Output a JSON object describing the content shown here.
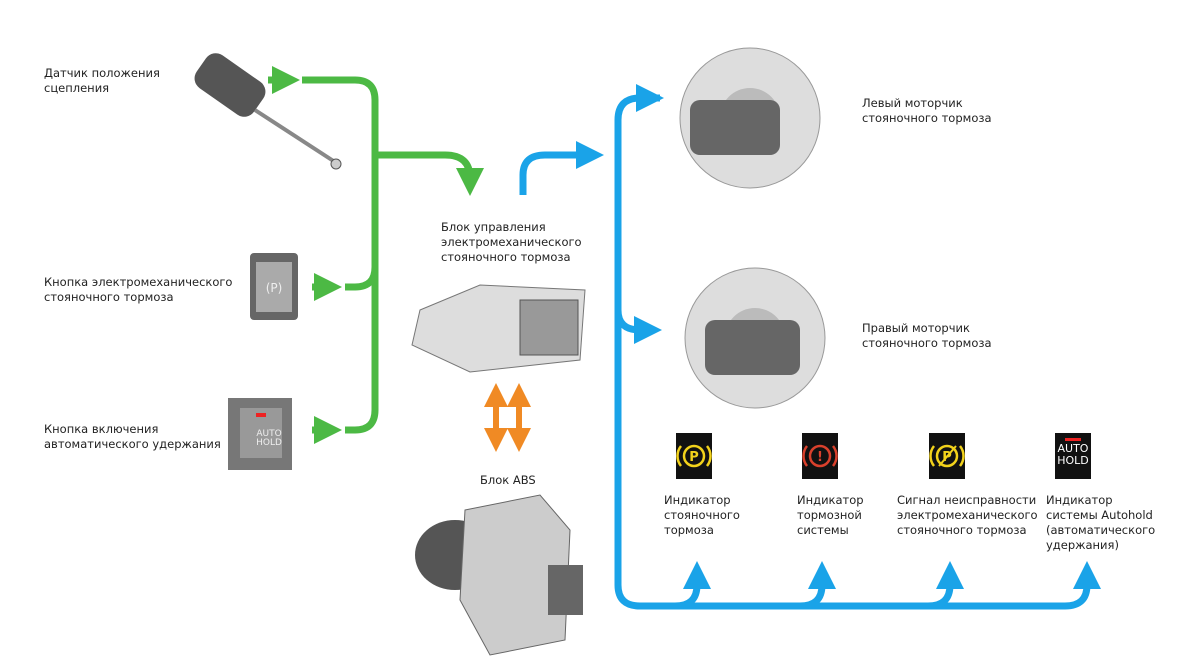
{
  "inputs": [
    {
      "label": "Датчик положения\nсцепления"
    },
    {
      "label": "Кнопка электромеханического\nстояночного тормоза"
    },
    {
      "label": "Кнопка включения\nавтоматического удержания"
    }
  ],
  "autohold_button_text": "AUTO\nHOLD",
  "ecu": {
    "label": "Блок управления\nэлектромеханического\nстояночного тормоза"
  },
  "abs": {
    "label": "Блок ABS"
  },
  "outputs": [
    {
      "label": "Левый моторчик\nстояночного тормоза"
    },
    {
      "label": "Правый моторчик\nстояночного тормоза"
    }
  ],
  "indicators": [
    {
      "label": "Индикатор\nстояночного\nтормоза",
      "icon": "parking-brake-icon",
      "color": "#f2d21b"
    },
    {
      "label": "Индикатор\nтормозной\nсистемы",
      "icon": "brake-warning-icon",
      "color": "#d9402c"
    },
    {
      "label": "Сигнал неисправности\nэлектромеханического\nстояночного тормоза",
      "icon": "parking-brake-fault-icon",
      "color": "#f2d21b"
    },
    {
      "label": "Индикатор\nсистемы Autohold\n(автоматического\nудержания)",
      "icon": "autohold-icon",
      "color": "#ffffff",
      "text": "AUTO\nHOLD"
    }
  ],
  "colors": {
    "input_flow": "#4cb944",
    "output_flow": "#1aa3e8",
    "abs_flow": "#f08a24"
  }
}
